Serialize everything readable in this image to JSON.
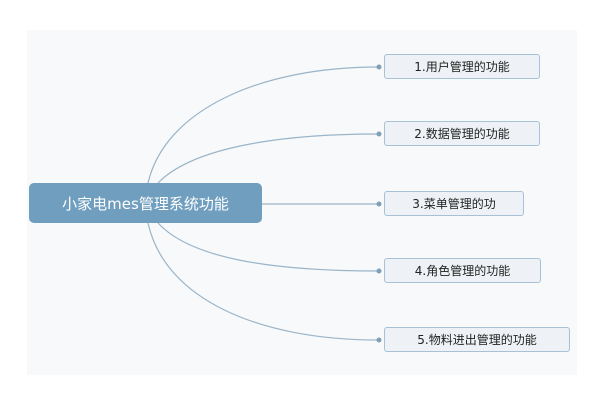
{
  "root": {
    "label": "小家电mes管理系统功能"
  },
  "children": [
    {
      "label": "1.用户管理的功能"
    },
    {
      "label": "2.数据管理的功能"
    },
    {
      "label": "3.菜单管理的功"
    },
    {
      "label": "4.角色管理的功能"
    },
    {
      "label": "5.物料进出管理的功能"
    }
  ],
  "colors": {
    "root": "#6f9ebf",
    "link": "#9ab4c8",
    "child_bg": "#eef2f6"
  }
}
